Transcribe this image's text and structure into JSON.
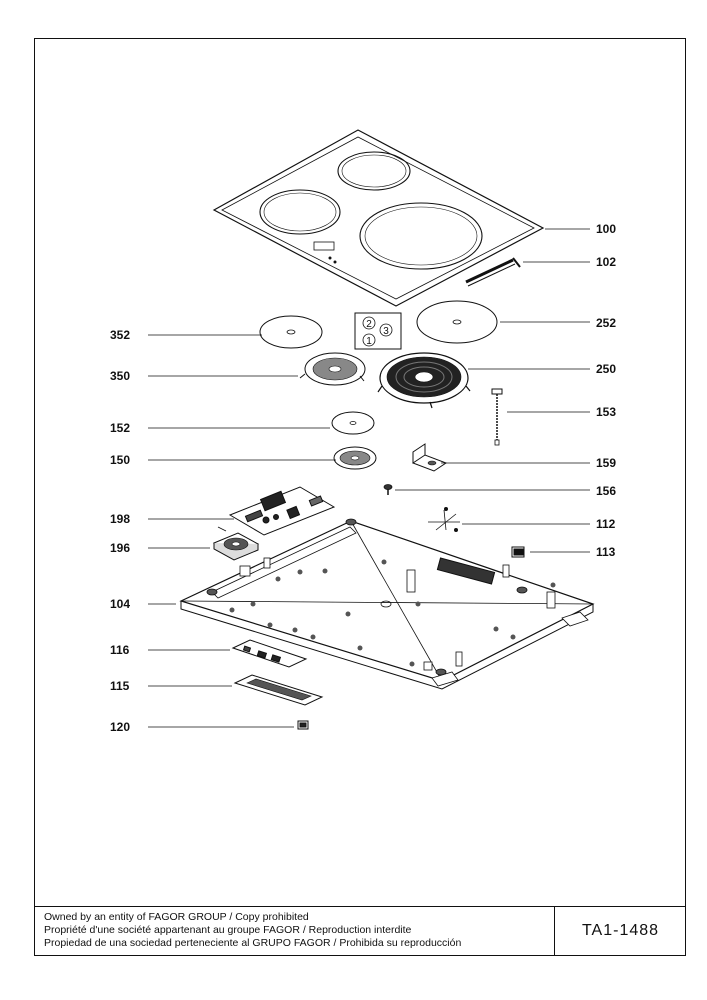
{
  "parts": [
    {
      "number": "100"
    },
    {
      "number": "102"
    },
    {
      "number": "252"
    },
    {
      "number": "352"
    },
    {
      "number": "350"
    },
    {
      "number": "250"
    },
    {
      "number": "153"
    },
    {
      "number": "152"
    },
    {
      "number": "150"
    },
    {
      "number": "159"
    },
    {
      "number": "156"
    },
    {
      "number": "198"
    },
    {
      "number": "112"
    },
    {
      "number": "196"
    },
    {
      "number": "113"
    },
    {
      "number": "104"
    },
    {
      "number": "116"
    },
    {
      "number": "115"
    },
    {
      "number": "120"
    }
  ],
  "zone_key": [
    "1",
    "2",
    "3"
  ],
  "footer": {
    "lines": [
      "Owned by an entity of FAGOR GROUP / Copy prohibited",
      "Propriété d'une société appartenant au groupe FAGOR / Reproduction interdite",
      "Propiedad de una sociedad perteneciente al GRUPO FAGOR / Prohibida su reproducción"
    ],
    "code": "TA1-1488"
  }
}
